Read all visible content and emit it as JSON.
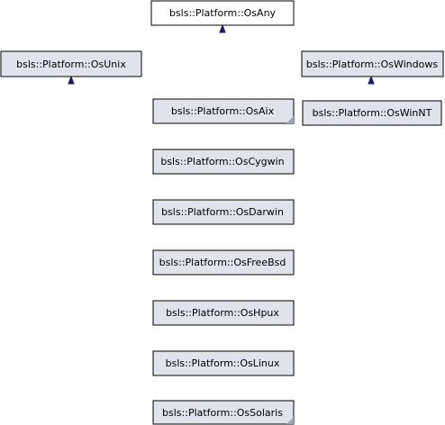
{
  "diagram": {
    "colors": {
      "root_fill": "#ffffff",
      "node_fill": "#e0e3ec",
      "edge": "#191970",
      "border": "#000000",
      "fold": "#9fa6b8"
    },
    "nodes": {
      "os_any": "bsls::Platform::OsAny",
      "os_unix": "bsls::Platform::OsUnix",
      "os_windows": "bsls::Platform::OsWindows",
      "os_win_nt": "bsls::Platform::OsWinNT",
      "os_aix": "bsls::Platform::OsAix",
      "os_cygwin": "bsls::Platform::OsCygwin",
      "os_darwin": "bsls::Platform::OsDarwin",
      "os_free_bsd": "bsls::Platform::OsFreeBsd",
      "os_hpux": "bsls::Platform::OsHpux",
      "os_linux": "bsls::Platform::OsLinux",
      "os_solaris": "bsls::Platform::OsSolaris"
    }
  }
}
